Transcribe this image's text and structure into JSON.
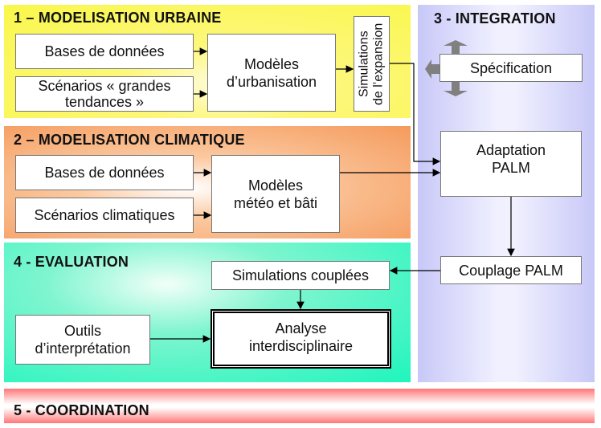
{
  "panels": {
    "urban": {
      "title": "1 – MODELISATION URBAINE",
      "color": "#f9f74a"
    },
    "climate": {
      "title": "2 – MODELISATION CLIMATIQUE",
      "color": "#f59a5c"
    },
    "integration": {
      "title": "3 - INTEGRATION",
      "color": "#c8c8f8"
    },
    "evaluation": {
      "title": "4 - EVALUATION",
      "color": "#1ef5bd"
    },
    "coordination": {
      "title": "5 - COORDINATION",
      "color": "#ff7777"
    }
  },
  "boxes": {
    "urban_db": "Bases de données",
    "urban_scenarios": "Scénarios « grandes tendances »",
    "urban_models": "Modèles\nd’urbanisation",
    "urban_sim": "Simulations\nde l’expansion",
    "climate_db": "Bases de données",
    "climate_scenarios": "Scénarios climatiques",
    "climate_models": "Modèles\nmétéo et bâti",
    "specification": "Spécification",
    "adaptation": "Adaptation\nPALM",
    "couplage": "Couplage PALM",
    "sim_couplees": "Simulations couplées",
    "outils": "Outils\nd’interprétation",
    "analyse": "Analyse\ninterdisciplinaire"
  }
}
